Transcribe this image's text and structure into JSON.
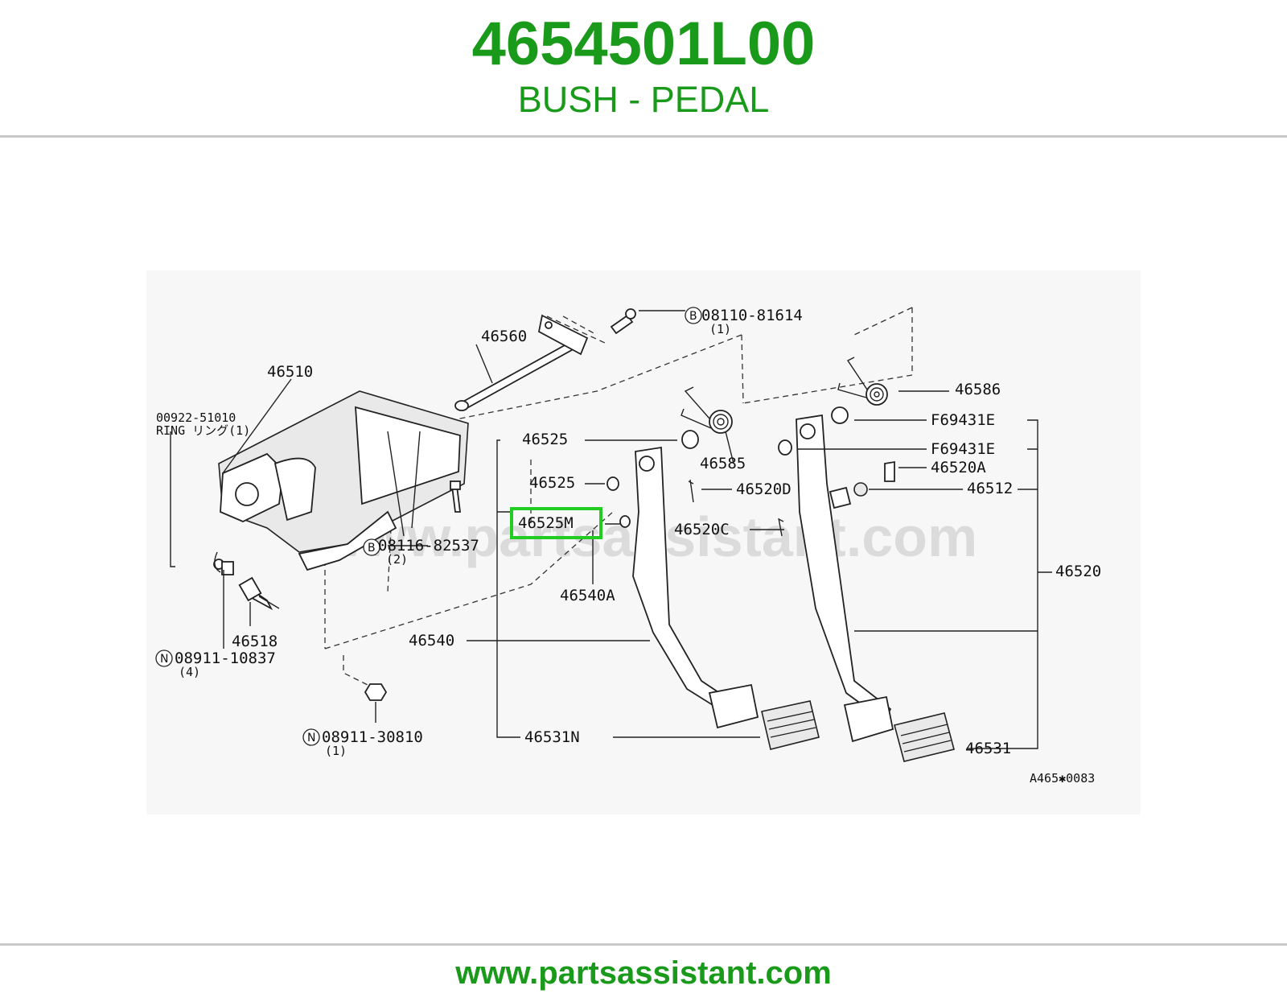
{
  "header": {
    "part_number": "4654501L00",
    "part_name": "BUSH - PEDAL"
  },
  "diagram": {
    "watermark": "www.partsassistant.com",
    "drawing_code": "A465✱0083",
    "highlighted_label": "46525M",
    "highlight_color": "#22cc22",
    "callouts": {
      "c46560": "46560",
      "c46510": "46510",
      "c00922": "00922-51010",
      "c00922_ring": "RING リング(1)",
      "c08110": "08110-81614",
      "c08110_qty": "(1)",
      "c46586": "46586",
      "c46525a": "46525",
      "c46525b": "46525",
      "c46585": "46585",
      "cF69431E_a": "F69431E",
      "cF69431E_b": "F69431E",
      "c46520A": "46520A",
      "c46512": "46512",
      "c46520D": "46520D",
      "c46520C": "46520C",
      "c08116": "08116-82537",
      "c08116_qty": "(2)",
      "c46540A": "46540A",
      "c46520": "46520",
      "c46518": "46518",
      "c46540": "46540",
      "c08911a": "08911-10837",
      "c08911a_qty": "(4)",
      "c46531N": "46531N",
      "c46531": "46531",
      "c08911b": "08911-30810",
      "c08911b_qty": "(1)",
      "prefix_b1": "B",
      "prefix_b2": "B",
      "prefix_n1": "N",
      "prefix_n2": "N"
    }
  },
  "footer": {
    "url": "www.partsassistant.com"
  }
}
